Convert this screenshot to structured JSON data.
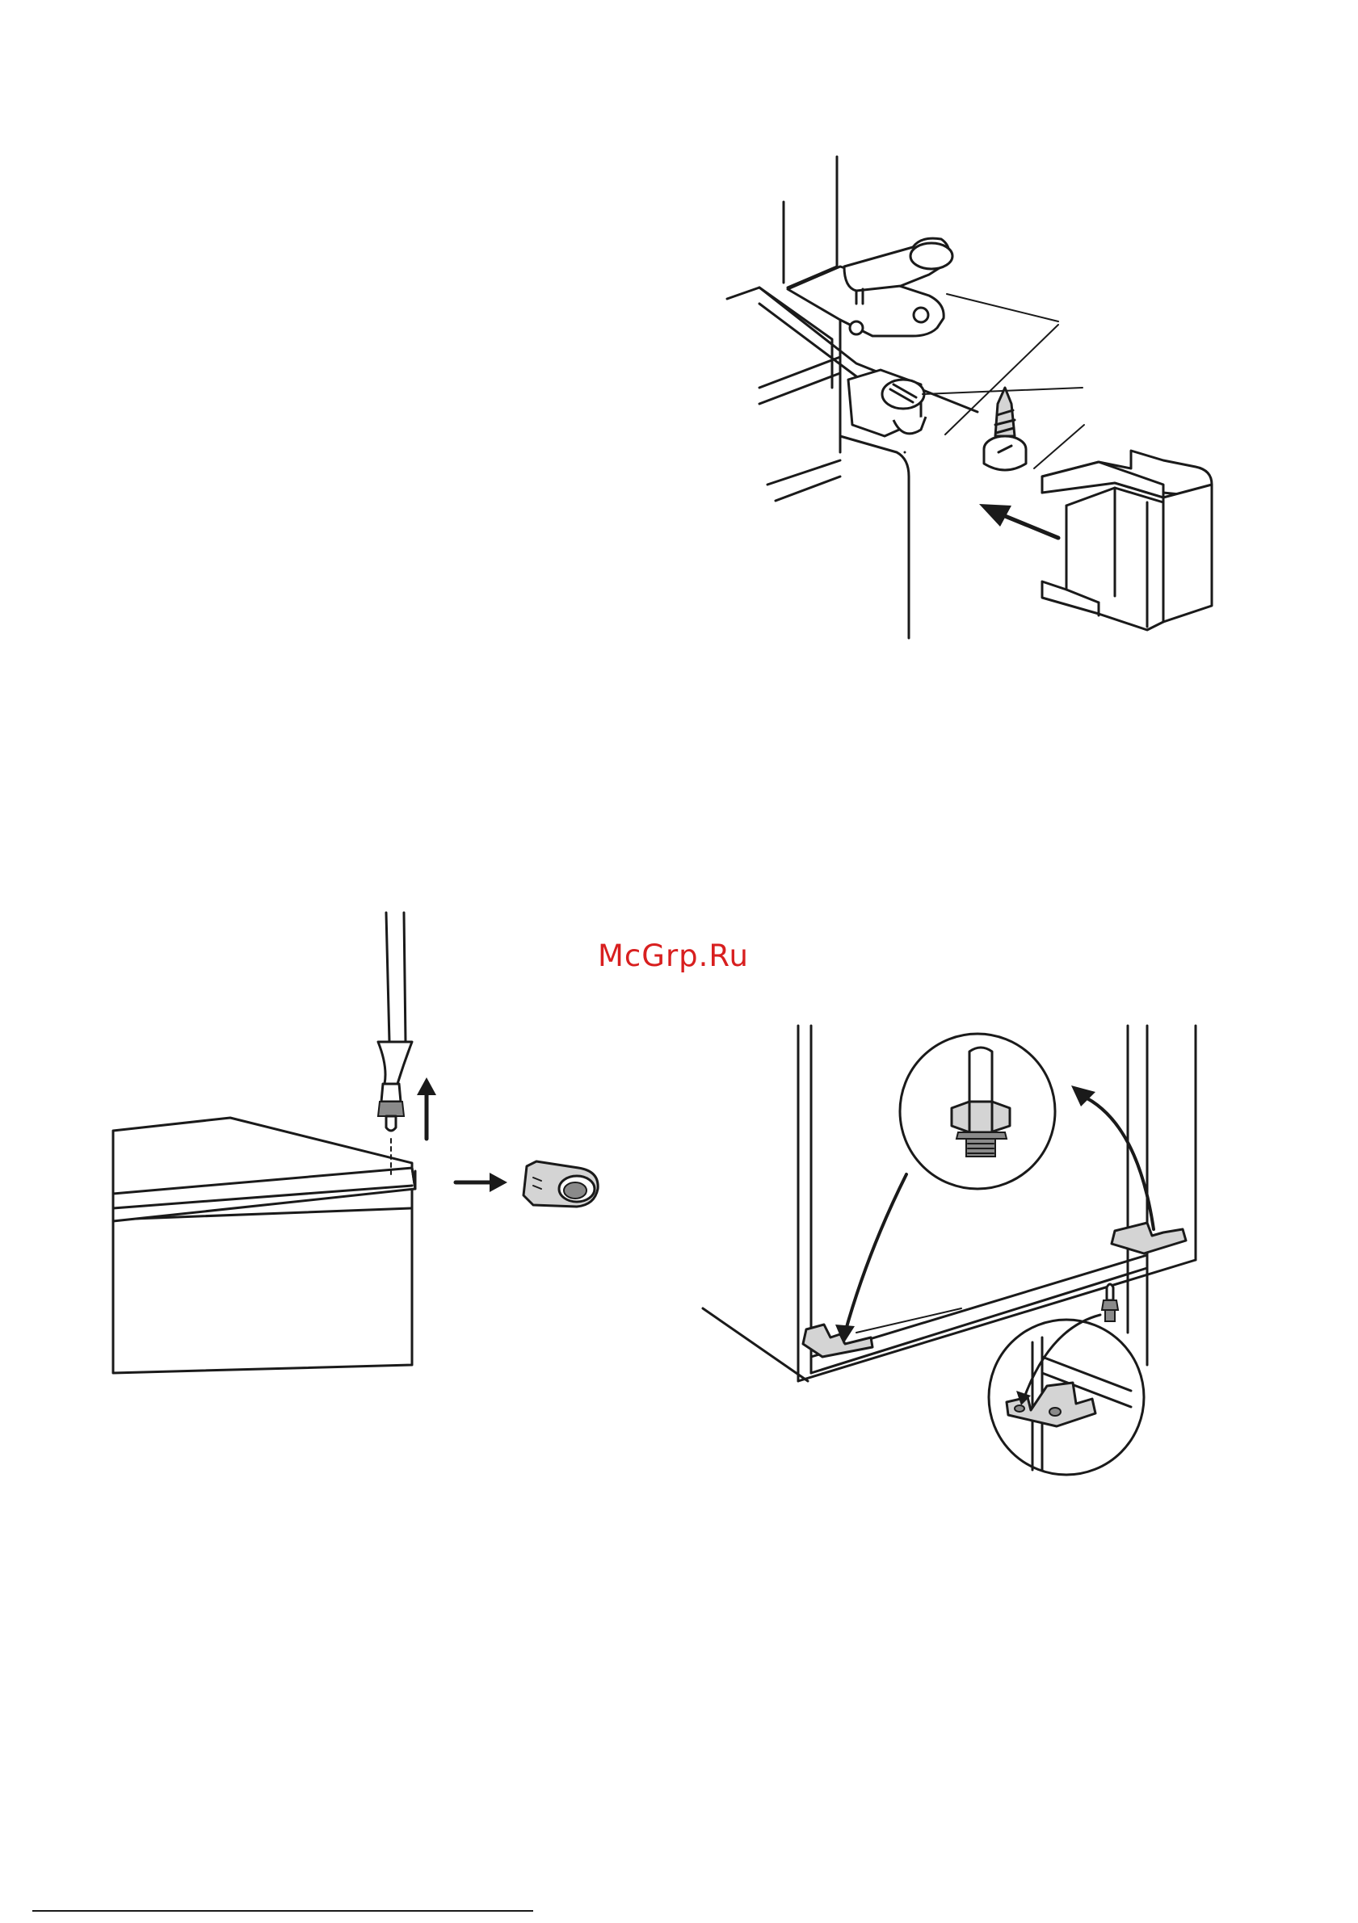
{
  "watermark": {
    "text": "McGrp.Ru",
    "color": "#d81f1f"
  },
  "figures": [
    {
      "id": "hinge-cover-assembly",
      "icon": "hinge-assembly-illustration"
    },
    {
      "id": "hinge-pin-removal",
      "icon": "screwdriver-illustration"
    },
    {
      "id": "bottom-hinge-transfer",
      "icon": "bottom-hinge-illustration"
    }
  ]
}
